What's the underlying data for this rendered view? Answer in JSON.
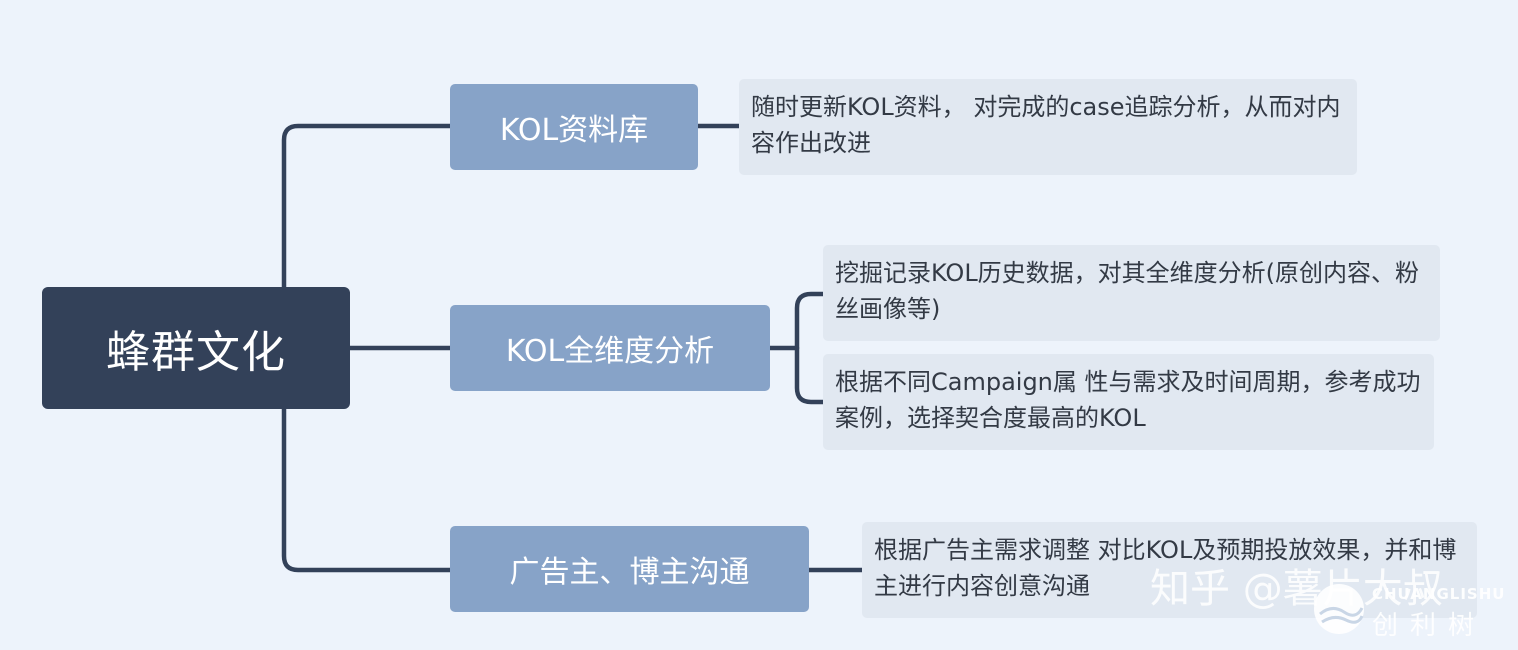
{
  "root": {
    "label": "蜂群文化"
  },
  "branches": [
    {
      "label": "KOL资料库"
    },
    {
      "label": "KOL全维度分析"
    },
    {
      "label": "广告主、博主沟通"
    }
  ],
  "leaves": [
    {
      "text": "随时更新KOL资料， 对完成的case追踪分析，从而对内容作出改进"
    },
    {
      "text": "挖掘记录KOL历史数据，对其全维度分析(原创内容、粉丝画像等)"
    },
    {
      "text": "根据不同Campaign属 性与需求及时间周期，参考成功案例，选择契合度最高的KOL"
    },
    {
      "text": "根据广告主需求调整 对比KOL及预期投放效果，并和博主进行内容创意沟通"
    }
  ],
  "watermark": {
    "site": "知乎 @薯片大叔",
    "brand": "CHUANGLISHU",
    "brand_cn": "创利树"
  },
  "colors": {
    "background": "#edf3fb",
    "root": "#334159",
    "branch": "#87a3c8",
    "leaf": "#e1e8f1",
    "connector": "#334159"
  }
}
